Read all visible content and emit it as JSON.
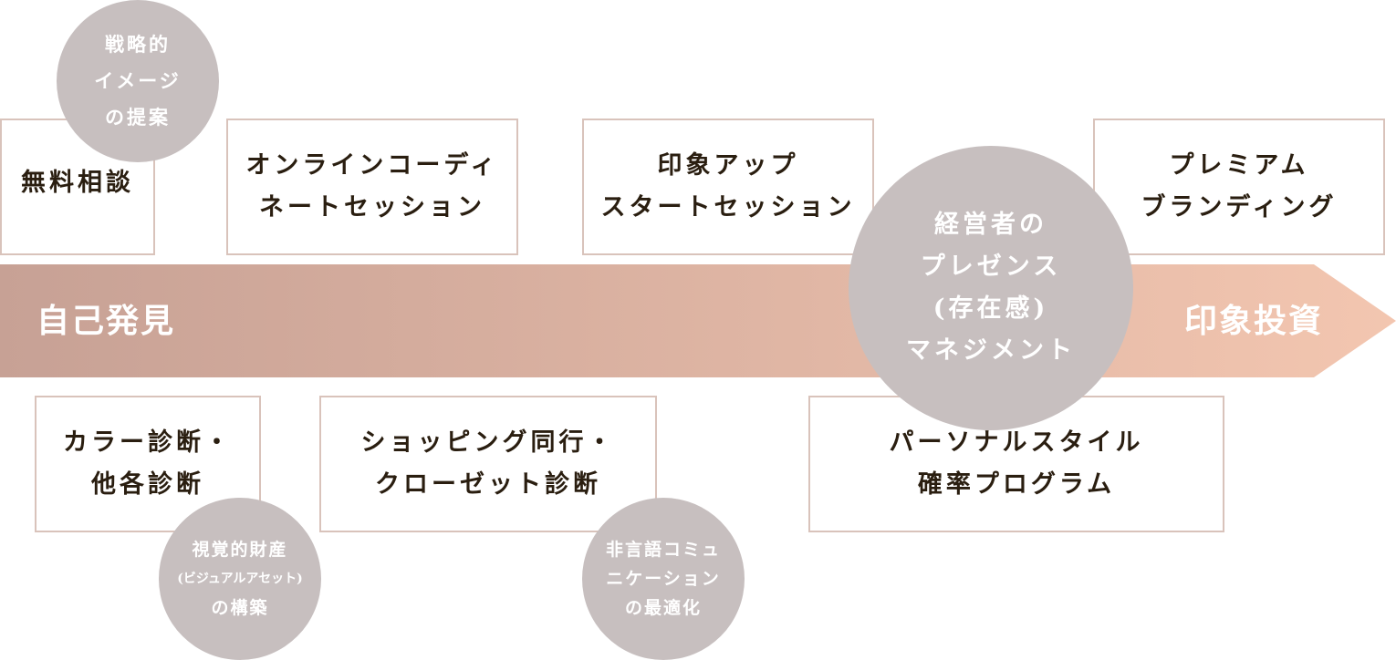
{
  "colors": {
    "arrow_start": "#c7a195",
    "arrow_end": "#f3c6b0",
    "circle": "#c7bfbf",
    "box_border": "#d9c3bb",
    "box_text": "#2a1e10"
  },
  "arrow": {
    "start_label": "自己発見",
    "end_label": "印象投資"
  },
  "top_boxes": [
    {
      "lines": [
        "無料相談"
      ]
    },
    {
      "lines": [
        "オンラインコーディ",
        "ネートセッション"
      ]
    },
    {
      "lines": [
        "印象アップ",
        "スタートセッション"
      ]
    },
    {
      "lines": [
        "プレミアム",
        "ブランディング"
      ]
    }
  ],
  "bottom_boxes": [
    {
      "lines": [
        "カラー診断・",
        "他各診断"
      ]
    },
    {
      "lines": [
        "ショッピング同行・",
        "クローゼット診断"
      ]
    },
    {
      "lines": [
        "パーソナルスタイル",
        "確率プログラム"
      ]
    }
  ],
  "circles": {
    "strategic_image": {
      "lines": [
        "戦略的",
        "イメージ",
        "の提案"
      ]
    },
    "presence_management": {
      "lines": [
        "経営者の",
        "プレゼンス",
        "(存在感)",
        "マネジメント"
      ]
    },
    "visual_assets": {
      "lines": [
        "視覚的財産",
        "(ビジュアルアセット)",
        "の構築"
      ]
    },
    "nonverbal": {
      "lines": [
        "非言語コミュ",
        "ニケーション",
        "の最適化"
      ]
    }
  }
}
